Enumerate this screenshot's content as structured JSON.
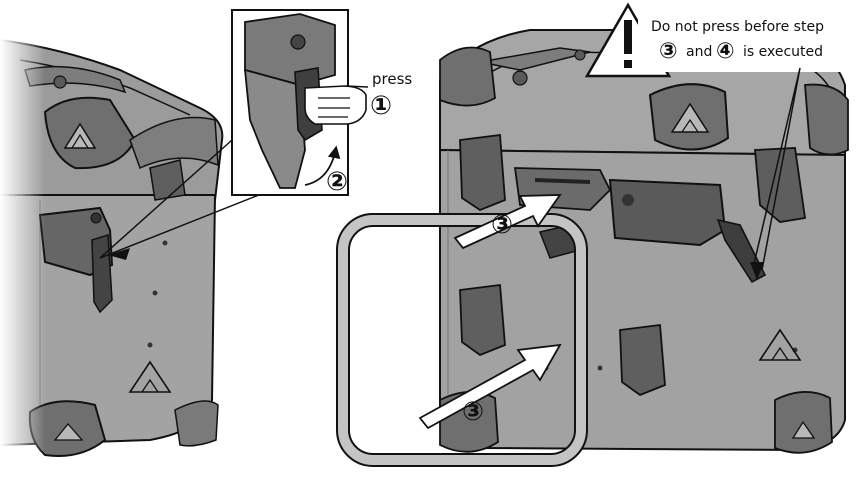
{
  "labels": {
    "press": "press",
    "step1": "①",
    "step2": "②",
    "warning_line1": "Do not press before step",
    "warning_step3": "③",
    "warning_and": "and",
    "warning_step4": "④",
    "warning_rest": "is executed",
    "step3_upper": "③",
    "step3_lower": "③"
  },
  "icons": {
    "warning": "exclamation-triangle-icon",
    "hand": "pointing-hand-icon",
    "logo": "mountain-logo-icon"
  }
}
